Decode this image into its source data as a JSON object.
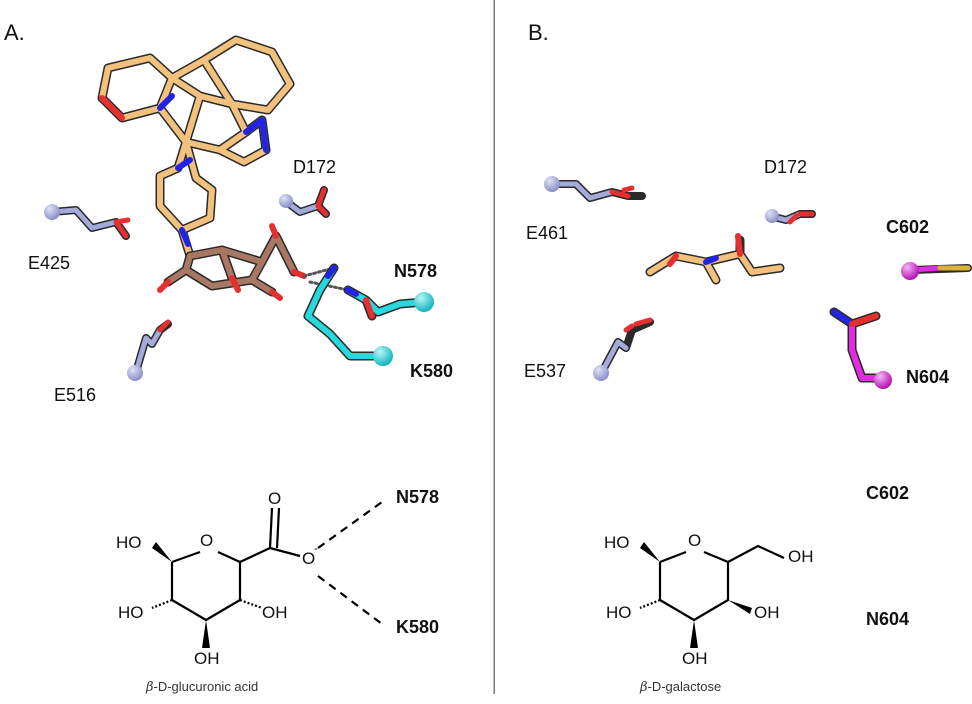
{
  "panel_a": {
    "label": "A.",
    "residues": {
      "d172": "D172",
      "e425": "E425",
      "e516": "E516",
      "n578": "N578",
      "k580": "K580"
    },
    "scheme": {
      "interaction_partners": [
        "N578",
        "K580"
      ],
      "substituents": {
        "ho_c1": "HO",
        "ho_c2": "HO",
        "oh_c3": "OH",
        "oh_c4": "OH",
        "ring_o": "O",
        "carboxyl_o": "O",
        "carboxylate_o": "O",
        "charge": "-"
      },
      "caption_prefix": "β",
      "caption_rest": "-D-glucuronic acid"
    }
  },
  "panel_b": {
    "label": "B.",
    "residues": {
      "d172": "D172",
      "e461": "E461",
      "e537": "E537",
      "c602": "C602",
      "n604": "N604"
    },
    "scheme": {
      "side_labels": [
        "C602",
        "N604"
      ],
      "substituents": {
        "ho_c1": "HO",
        "ho_c2": "HO",
        "oh_c3": "OH",
        "oh_c4": "OH",
        "oh_c6": "OH",
        "ring_o": "O"
      },
      "caption_prefix": "β",
      "caption_rest": "-D-galactose"
    }
  },
  "colors": {
    "ligand_carbon": "#f2c17e",
    "nitrogen": "#2323e6",
    "oxygen": "#e63030",
    "sugar_carbon": "#a97864",
    "residue_gray": "#a5abd8",
    "residue_cyan": "#27d8dd",
    "residue_magenta": "#e52ae5",
    "sulfur": "#d8b23a"
  }
}
